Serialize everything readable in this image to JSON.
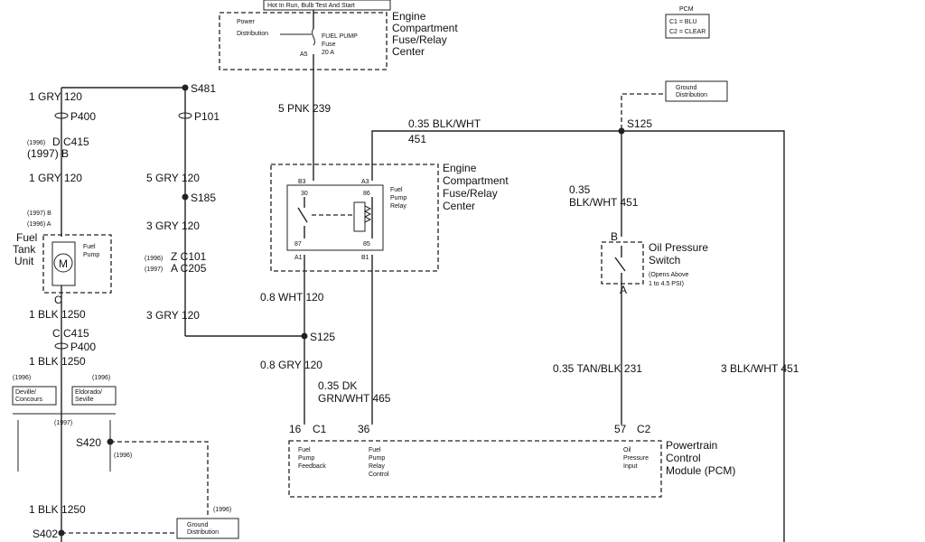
{
  "top_banner": "Hot In Run, Bulb Test And Start",
  "power_distribution": "Power\nDistribution",
  "fuse": {
    "name": "FUEL PUMP",
    "type": "Fuse",
    "rating": "20 A",
    "pin": "A5"
  },
  "efr_center_top": "Engine\nCompartment\nFuse/Relay\nCenter",
  "efr_center_mid": "Engine\nCompartment\nFuse/Relay\nCenter",
  "pcm_legend": {
    "title": "PCM",
    "c1": "C1 = BLU",
    "c2": "C2 = CLEAR"
  },
  "ground_distribution": "Ground\nDistribution",
  "relay": {
    "label": "Fuel\nPump\nRelay",
    "pins": [
      "B3",
      "A3",
      "30",
      "86",
      "87",
      "85",
      "A1",
      "B1"
    ]
  },
  "wires": {
    "pnk": "5 PNK  239",
    "blkwht_top": "0.35 BLK/WHT",
    "blkwht_top_num": "451",
    "s125_top": "S125",
    "blkwht_mid": "0.35\nBLK/WHT  451",
    "gry1": "1 GRY  120",
    "gry2": "1 GRY  120",
    "gry5": "5 GRY  120",
    "gry3a": "3 GRY  120",
    "gry3b": "3 GRY  120",
    "wht08": "0.8 WHT  120",
    "gry08": "0.8 GRY  120",
    "grnwht": "0.35 DK\nGRN/WHT  465",
    "tanblk": "0.35 TAN/BLK  231",
    "blkwht3": "3 BLK/WHT  451",
    "blk1a": "1 BLK  1250",
    "blk1b": "1 BLK  1250",
    "blk1c": "1 BLK  1250"
  },
  "splices": {
    "s481": "S481",
    "p400a": "P400",
    "p101": "P101",
    "s185": "S185",
    "s125": "S125",
    "p400b": "P400",
    "s420": "S420",
    "s402": "S402"
  },
  "connectors": {
    "c415a": "D  C415",
    "c415a_y1": "(1996)",
    "c415a_y2": "(1997)  B",
    "c415b": "C  C415",
    "c101": "Z  C101",
    "c101_y": "(1996)",
    "c205": "A  C205",
    "c205_y": "(1997)",
    "fuel_b": "(1997)  B",
    "fuel_a": "(1996)  A"
  },
  "fuel_tank_unit": {
    "label": "Fuel\nTank\nUnit",
    "pump": "Fuel\nPump",
    "motor": "M"
  },
  "oil_switch": {
    "title": "Oil Pressure\nSwitch",
    "note": "(Opens Above\n1 to 4.5 PSI)",
    "pin_b": "B",
    "pin_a": "A"
  },
  "pcm": {
    "label": "Powertrain\nControl\nModule (PCM)",
    "pin16": "16",
    "pin36": "36",
    "pin57": "57",
    "c1": "C1",
    "c2": "C2",
    "fb": "Fuel\nPump\nFeedback",
    "ctrl": "Fuel\nPump\nRelay\nControl",
    "oil": "Oil\nPressure\nInput"
  },
  "variants": {
    "y1996a": "(1996)",
    "y1996b": "(1996)",
    "deville": "Deville/\nConcours",
    "eldorado": "Eldorado/\nSeville",
    "y1997": "(1997)",
    "y1996c": "(1996)",
    "y1996d": "(1996)"
  },
  "ground_distribution_bottom": "Ground\nDistribution"
}
